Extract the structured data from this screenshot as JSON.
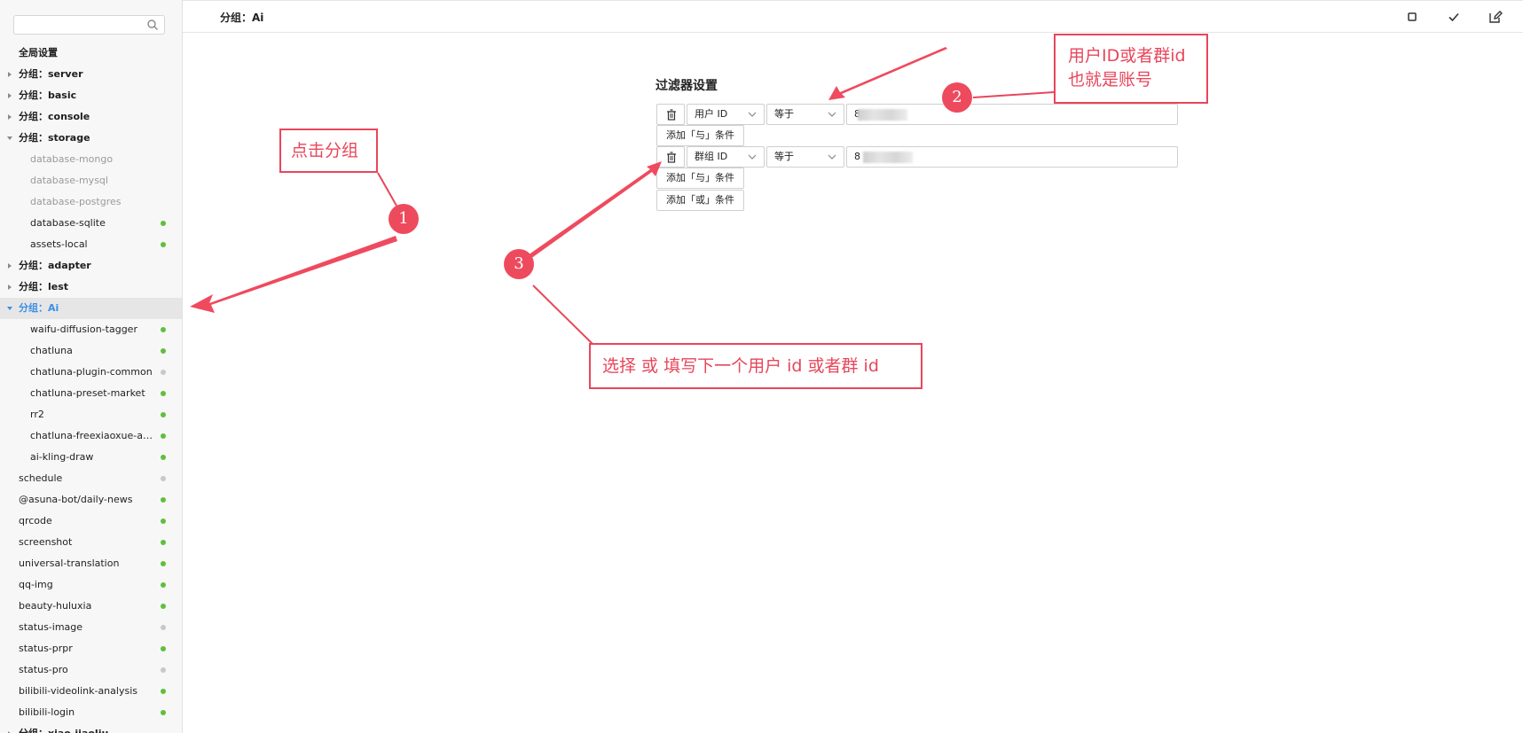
{
  "sidebar": {
    "search": {
      "value": "",
      "placeholder": ""
    },
    "items": [
      {
        "label": "全局设置",
        "kind": "global"
      },
      {
        "label": "分组：server",
        "kind": "group",
        "expanded": false
      },
      {
        "label": "分组：basic",
        "kind": "group",
        "expanded": false
      },
      {
        "label": "分组：console",
        "kind": "group",
        "expanded": false
      },
      {
        "label": "分组：storage",
        "kind": "group",
        "expanded": true
      },
      {
        "label": "database-mongo",
        "kind": "plugin",
        "depth": 1,
        "disabled": true
      },
      {
        "label": "database-mysql",
        "kind": "plugin",
        "depth": 1,
        "disabled": true
      },
      {
        "label": "database-postgres",
        "kind": "plugin",
        "depth": 1,
        "disabled": true
      },
      {
        "label": "database-sqlite",
        "kind": "plugin",
        "depth": 1,
        "status": "green"
      },
      {
        "label": "assets-local",
        "kind": "plugin",
        "depth": 1,
        "status": "green"
      },
      {
        "label": "分组：adapter",
        "kind": "group",
        "expanded": false
      },
      {
        "label": "分组：lest",
        "kind": "group",
        "expanded": false
      },
      {
        "label": "分组：Ai",
        "kind": "group",
        "expanded": true,
        "active": true
      },
      {
        "label": "waifu-diffusion-tagger",
        "kind": "plugin",
        "depth": 1,
        "status": "green"
      },
      {
        "label": "chatluna",
        "kind": "plugin",
        "depth": 1,
        "status": "green"
      },
      {
        "label": "chatluna-plugin-common",
        "kind": "plugin",
        "depth": 1,
        "status": "gray"
      },
      {
        "label": "chatluna-preset-market",
        "kind": "plugin",
        "depth": 1,
        "status": "green"
      },
      {
        "label": "rr2",
        "kind": "plugin",
        "depth": 1,
        "status": "green"
      },
      {
        "label": "chatluna-freexiaoxue-ad...",
        "kind": "plugin",
        "depth": 1,
        "status": "green"
      },
      {
        "label": "ai-kling-draw",
        "kind": "plugin",
        "depth": 1,
        "status": "green"
      },
      {
        "label": "schedule",
        "kind": "plugin",
        "depth": 0,
        "status": "gray"
      },
      {
        "label": "@asuna-bot/daily-news",
        "kind": "plugin",
        "depth": 0,
        "status": "green"
      },
      {
        "label": "qrcode",
        "kind": "plugin",
        "depth": 0,
        "status": "green"
      },
      {
        "label": "screenshot",
        "kind": "plugin",
        "depth": 0,
        "status": "green"
      },
      {
        "label": "universal-translation",
        "kind": "plugin",
        "depth": 0,
        "status": "green"
      },
      {
        "label": "qq-img",
        "kind": "plugin",
        "depth": 0,
        "status": "green"
      },
      {
        "label": "beauty-huluxia",
        "kind": "plugin",
        "depth": 0,
        "status": "green"
      },
      {
        "label": "status-image",
        "kind": "plugin",
        "depth": 0,
        "status": "gray"
      },
      {
        "label": "status-prpr",
        "kind": "plugin",
        "depth": 0,
        "status": "green"
      },
      {
        "label": "status-pro",
        "kind": "plugin",
        "depth": 0,
        "status": "gray"
      },
      {
        "label": "bilibili-videolink-analysis",
        "kind": "plugin",
        "depth": 0,
        "status": "green"
      },
      {
        "label": "bilibili-login",
        "kind": "plugin",
        "depth": 0,
        "status": "green"
      },
      {
        "label": "分组：xiao-jiaoliu",
        "kind": "group",
        "expanded": false
      }
    ]
  },
  "header": {
    "title": "分组：Ai",
    "actions": [
      "stop-icon",
      "check-icon",
      "edit-icon"
    ]
  },
  "filter": {
    "title": "过滤器设置",
    "rows": [
      {
        "field": "用户 ID",
        "op": "等于",
        "value": "8"
      },
      {
        "field": "群组 ID",
        "op": "等于",
        "value": "8"
      }
    ],
    "add_and_label": "添加「与」条件",
    "add_or_label": "添加「或」条件"
  },
  "annotations": {
    "callout1": "点击分组",
    "callout2_line1": "用户ID或者群id",
    "callout2_line2": "也就是账号",
    "callout3": "选择 或 填写下一个用户 id 或者群 id",
    "badge1": "1",
    "badge2": "2",
    "badge3": "3",
    "color": "#e8465b"
  },
  "colors": {
    "active_group": "#3c8ee6",
    "status_green": "#5fbf3d",
    "status_gray": "#c8c8c8"
  }
}
